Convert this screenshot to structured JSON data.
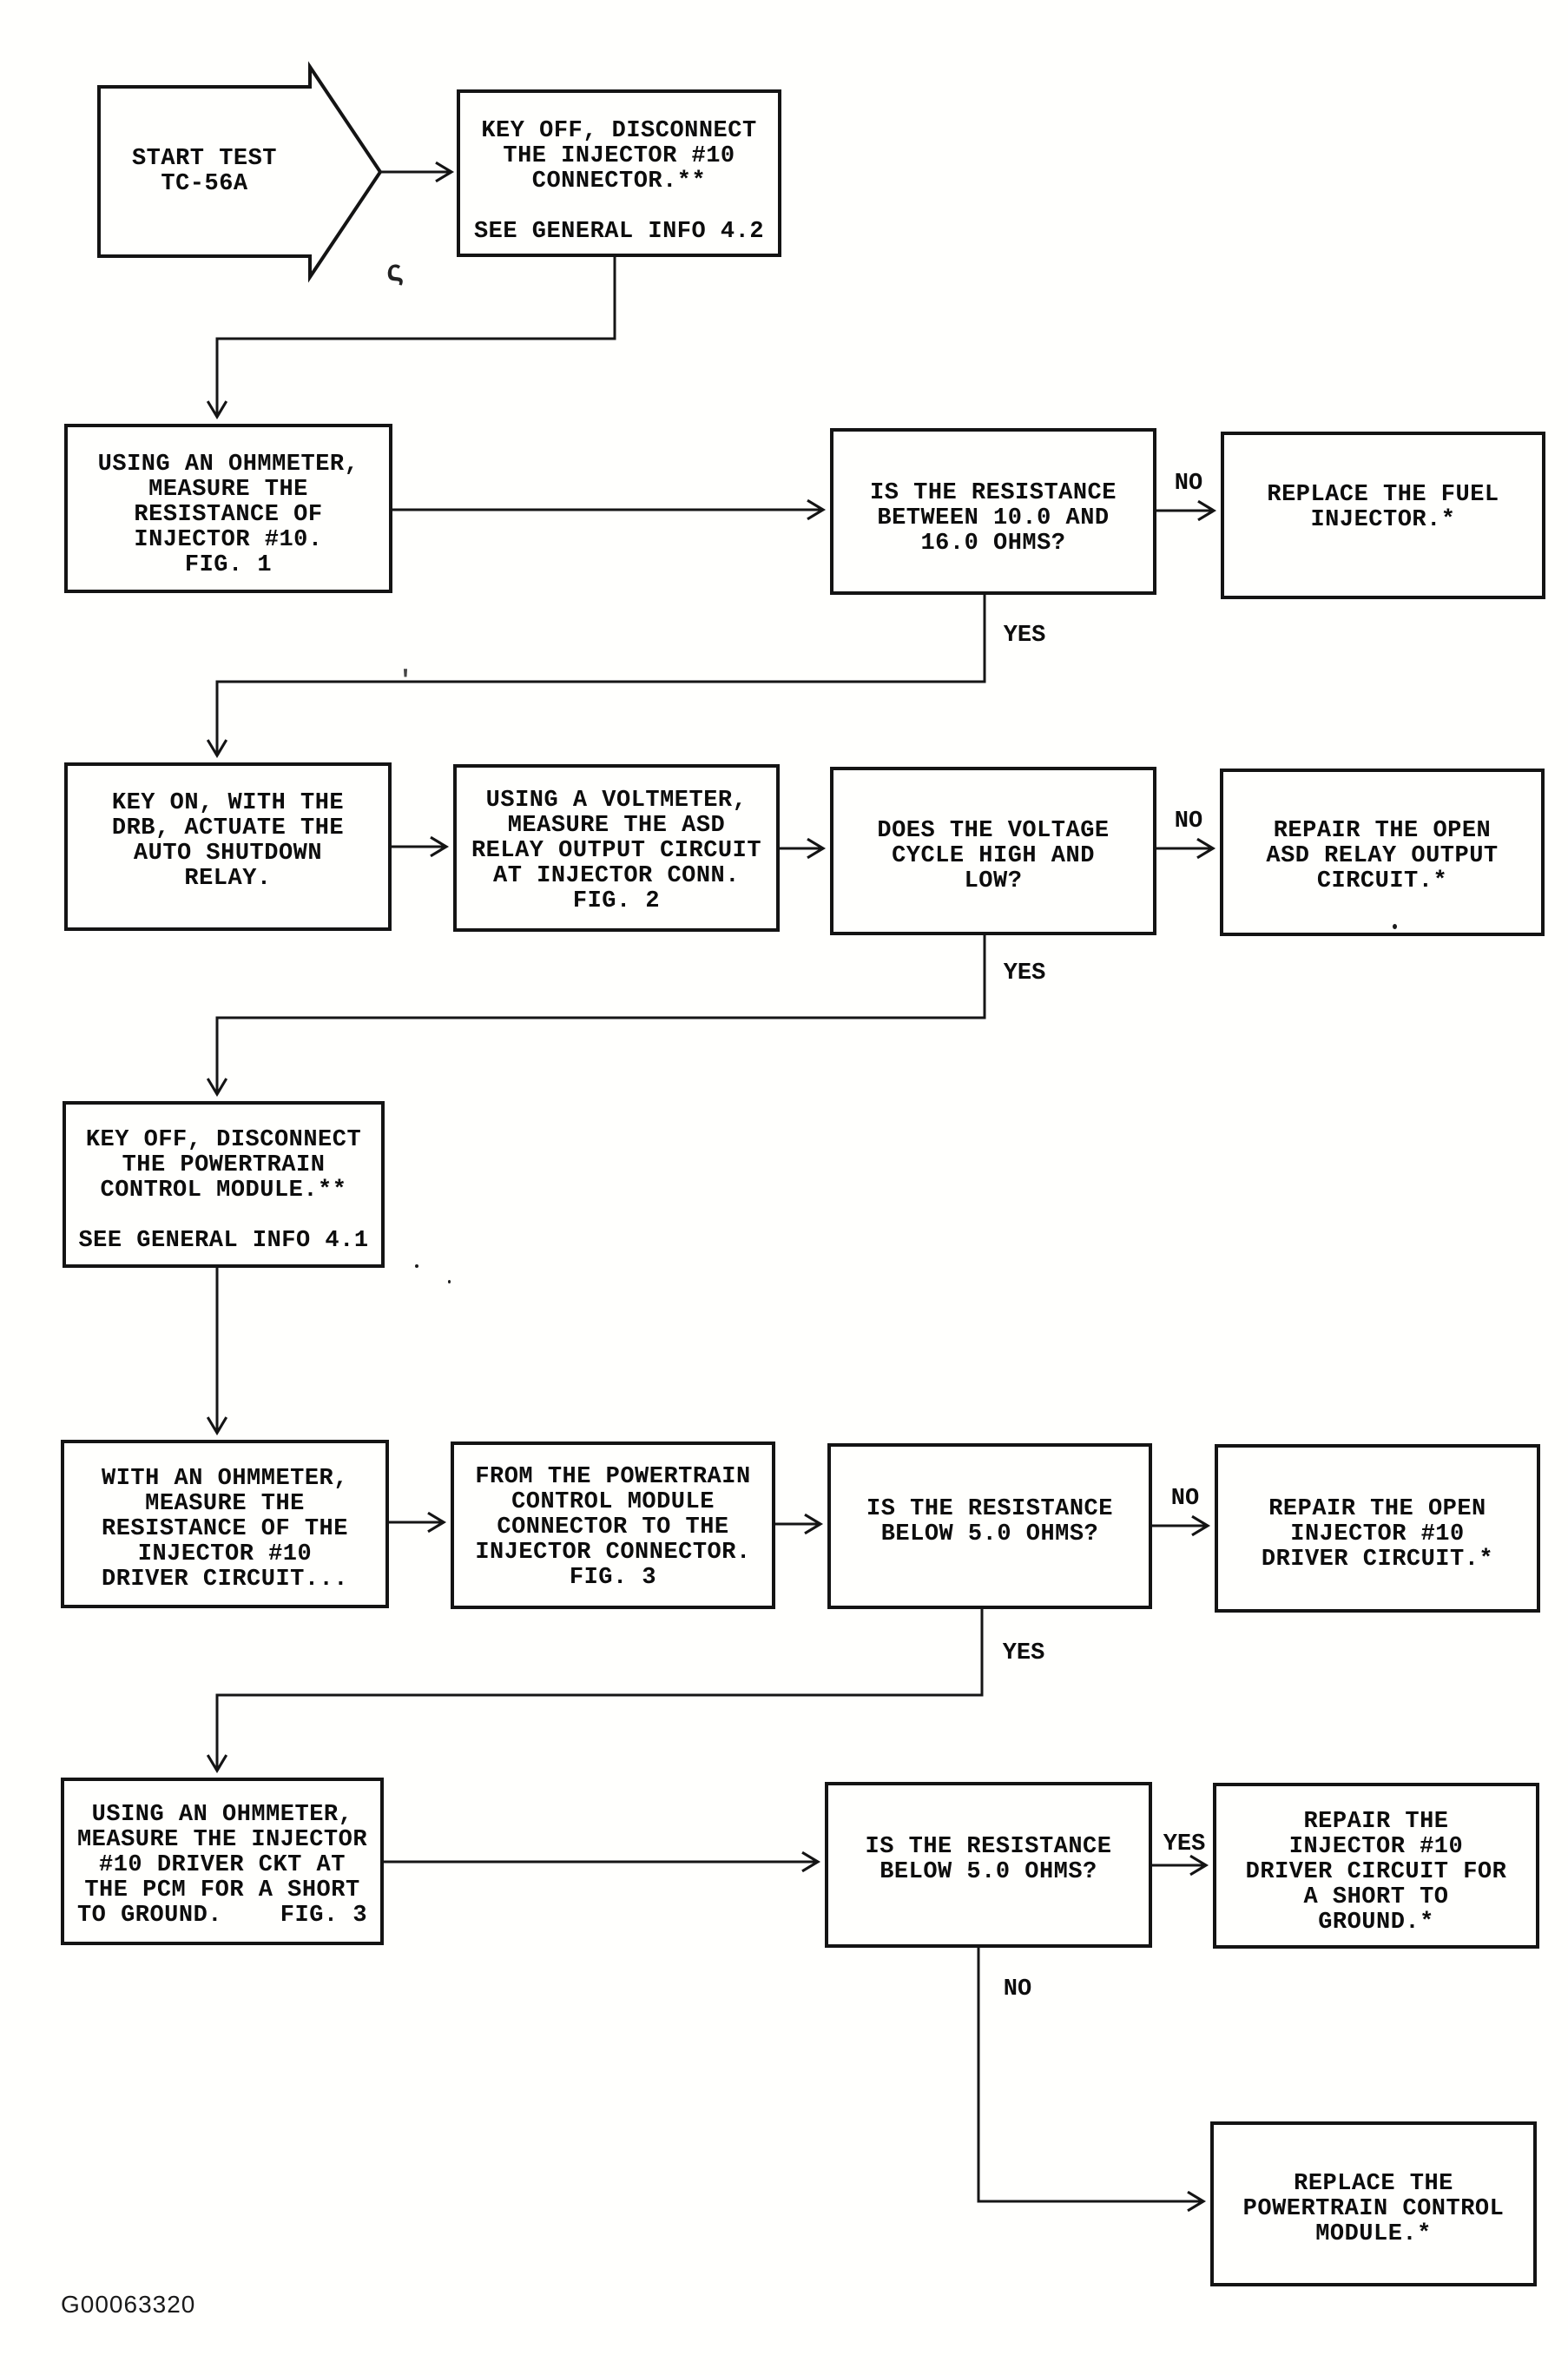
{
  "nodes": {
    "start": {
      "text": "START TEST\nTC-56A"
    },
    "disconnect_injector": {
      "text": "KEY OFF, DISCONNECT\nTHE INJECTOR #10\nCONNECTOR.**\n\nSEE GENERAL INFO 4.2"
    },
    "measure_injector_resistance": {
      "text": "USING AN OHMMETER,\nMEASURE THE\nRESISTANCE OF\nINJECTOR #10.\nFIG. 1"
    },
    "resistance_10_16": {
      "text": "IS THE RESISTANCE\nBETWEEN 10.0 AND\n16.0 OHMS?"
    },
    "replace_fuel_injector": {
      "text": "REPLACE THE FUEL\nINJECTOR.*"
    },
    "actuate_asd_relay": {
      "text": "KEY ON, WITH THE\nDRB, ACTUATE THE\nAUTO SHUTDOWN\nRELAY."
    },
    "measure_asd_output": {
      "text": "USING A VOLTMETER,\nMEASURE THE ASD\nRELAY OUTPUT CIRCUIT\nAT INJECTOR CONN.\nFIG. 2"
    },
    "voltage_cycles": {
      "text": "DOES THE VOLTAGE\nCYCLE HIGH AND\nLOW?"
    },
    "repair_asd_output": {
      "text": "REPAIR THE OPEN\nASD RELAY OUTPUT\nCIRCUIT.*"
    },
    "disconnect_pcm": {
      "text": "KEY OFF, DISCONNECT\nTHE POWERTRAIN\nCONTROL MODULE.**\n\nSEE GENERAL INFO 4.1"
    },
    "measure_driver_resistance": {
      "text": "WITH AN OHMMETER,\nMEASURE THE\nRESISTANCE OF THE\nINJECTOR #10\nDRIVER CIRCUIT..."
    },
    "pcm_to_injector": {
      "text": "FROM THE POWERTRAIN\nCONTROL MODULE\nCONNECTOR TO THE\nINJECTOR CONNECTOR.\nFIG. 3"
    },
    "resistance_below_5_open": {
      "text": "IS THE RESISTANCE\nBELOW 5.0 OHMS?"
    },
    "repair_open_driver": {
      "text": "REPAIR THE OPEN\nINJECTOR #10\nDRIVER CIRCUIT.*"
    },
    "measure_driver_short": {
      "text": "USING AN OHMMETER,\nMEASURE THE INJECTOR\n#10 DRIVER CKT AT\nTHE PCM FOR A SHORT\nTO GROUND.    FIG. 3"
    },
    "resistance_below_5_short": {
      "text": "IS THE RESISTANCE\nBELOW 5.0 OHMS?"
    },
    "repair_short_driver": {
      "text": "REPAIR THE\nINJECTOR #10\nDRIVER CIRCUIT FOR\nA SHORT TO\nGROUND.*"
    },
    "replace_pcm": {
      "text": "REPLACE THE\nPOWERTRAIN CONTROL\nMODULE.*"
    }
  },
  "edge_labels": {
    "no_resistance_10_16": "NO",
    "yes_resistance_10_16": "YES",
    "no_voltage_cycles": "NO",
    "yes_voltage_cycles": "YES",
    "no_below_5_open": "NO",
    "yes_below_5_open": "YES",
    "yes_below_5_short": "YES",
    "no_below_5_short": "NO"
  },
  "footer": {
    "code": "G00063320"
  },
  "artifacts": {
    "squiggle": "ς",
    "tick": "'"
  },
  "colors": {
    "ink": "#141414",
    "paper": "#fffffd"
  }
}
